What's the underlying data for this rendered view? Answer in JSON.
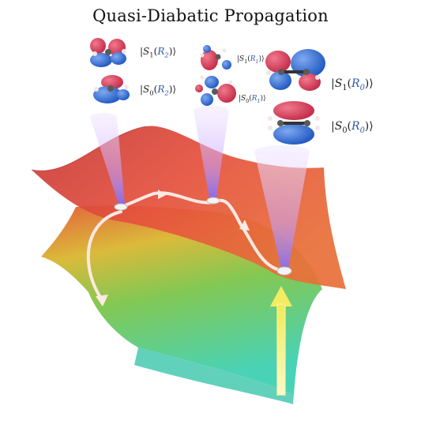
{
  "title": "Quasi-Diabatic Propagation",
  "states": [
    {
      "state": "S",
      "sub": "1",
      "geom": "R",
      "geom_sub": "2"
    },
    {
      "state": "S",
      "sub": "0",
      "geom": "R",
      "geom_sub": "2"
    },
    {
      "state": "S",
      "sub": "1",
      "geom": "R",
      "geom_sub": "1"
    },
    {
      "state": "S",
      "sub": "0",
      "geom": "R",
      "geom_sub": "1"
    },
    {
      "state": "S",
      "sub": "1",
      "geom": "R",
      "geom_sub": "0"
    },
    {
      "state": "S",
      "sub": "0",
      "geom": "R",
      "geom_sub": "0"
    }
  ],
  "colors": {
    "excited_surface": "#e2483a",
    "ground_surface_top": "#d8c030",
    "ground_surface_bottom": "#3fc9a8",
    "orbital_positive": "#2f6bd0",
    "orbital_negative": "#d23a55",
    "trajectory": "#ffe9e4",
    "excitation_arrow": "#f7f27a",
    "beam": "#c7a8ff"
  }
}
